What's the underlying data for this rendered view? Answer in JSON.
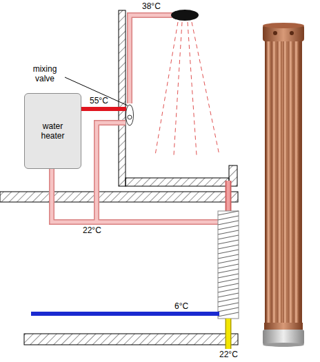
{
  "diagram": {
    "nodes": [
      {
        "text": [
          "water heater"
        ]
      },
      {
        "text": [
          "mixing valve"
        ]
      }
    ],
    "edges": [
      {
        "from": 0,
        "to": 1,
        "arrow": "none",
        "label": "55°C"
      }
    ],
    "labels": [
      "38°C",
      "22°C",
      "6°C",
      "22°C"
    ]
  }
}
